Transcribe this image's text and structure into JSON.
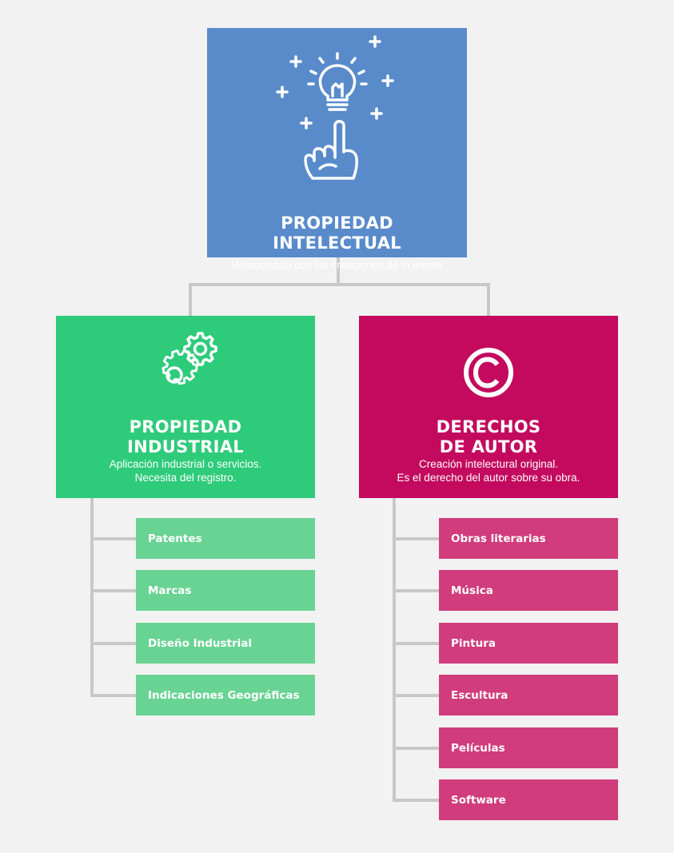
{
  "root": {
    "title": "PROPIEDAD\nINTELECTUAL",
    "subtitle": "Relacionado con las creaciones de la mente",
    "color": "#598bcb",
    "icon": "idea-hand-icon"
  },
  "branches": [
    {
      "title": "PROPIEDAD\nINDUSTRIAL",
      "subtitle": "Aplicación industrial o servicios.\nNecesita del registro.",
      "color": "#2ecb7a",
      "item_color": "#69d393",
      "icon": "gears-icon",
      "items": [
        "Patentes",
        "Marcas",
        "Diseño Industrial",
        "Indicaciones Geográficas"
      ]
    },
    {
      "title": "DERECHOS\nDE AUTOR",
      "subtitle": "Creación intelectural original.\nEs el derecho del autor sobre su obra.",
      "color": "#c30a5e",
      "item_color": "#d13c7d",
      "icon": "copyright-icon",
      "items": [
        "Obras literarias",
        "Música",
        "Pintura",
        "Escultura",
        "Películas",
        "Software"
      ]
    }
  ]
}
